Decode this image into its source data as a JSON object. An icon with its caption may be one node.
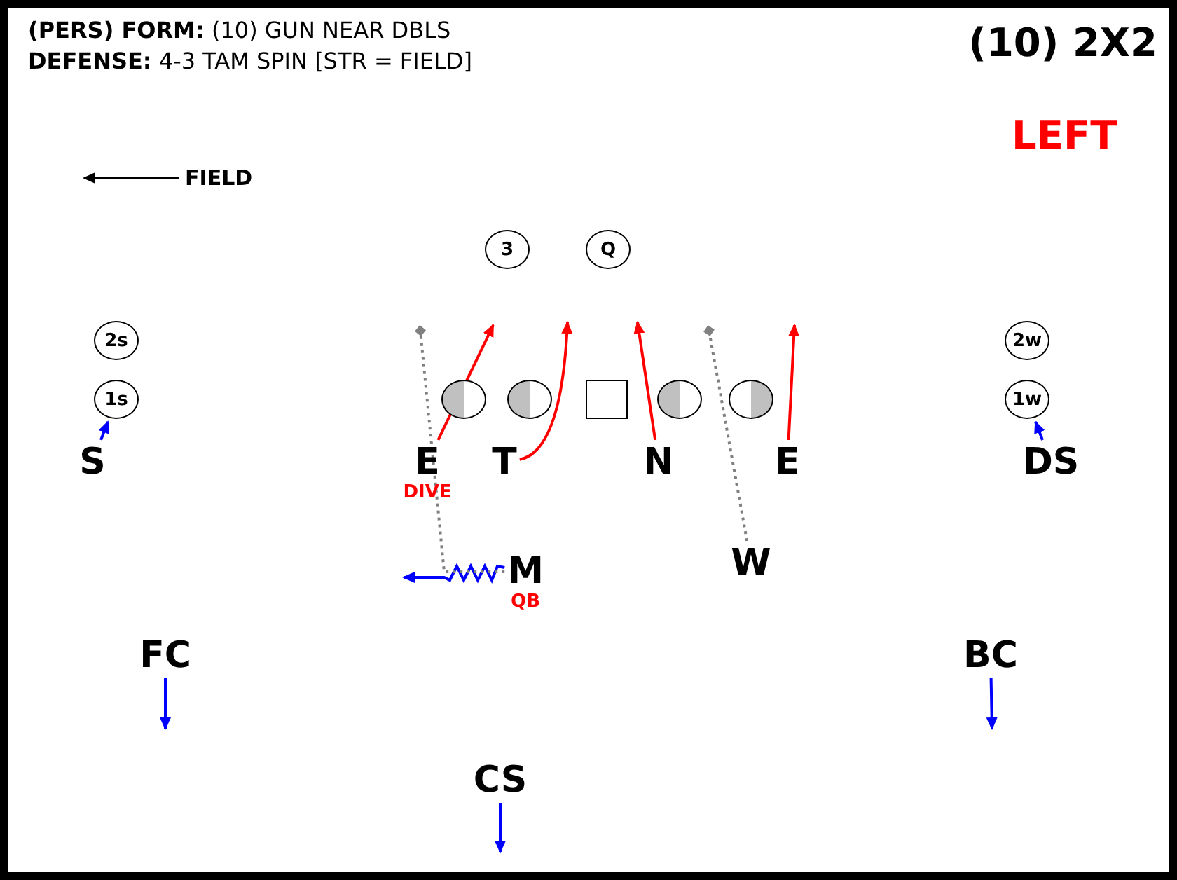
{
  "diagram": {
    "nodes": [
      {
        "text": [
          "3"
        ]
      },
      {
        "text": [
          "Q"
        ]
      },
      {
        "text": [
          "2s"
        ]
      },
      {
        "text": [
          "2w"
        ]
      },
      {
        "text": [
          "1s"
        ]
      },
      {
        "text": [],
        "shape": "circle"
      },
      {
        "text": [],
        "shape": "circle"
      },
      {
        "text": [],
        "shape": "box"
      },
      {
        "text": [],
        "shape": "circle"
      },
      {
        "text": [],
        "shape": "circle"
      },
      {
        "text": [
          "1w"
        ]
      },
      {
        "text": [
          "S"
        ]
      },
      {
        "text": [
          "E"
        ],
        "beside": [
          "DIVE"
        ]
      },
      {
        "text": [
          "T"
        ]
      },
      {
        "text": [
          "N"
        ]
      },
      {
        "text": [
          "E"
        ]
      },
      {
        "text": [
          "DS"
        ]
      },
      {
        "text": [
          "W"
        ]
      },
      {
        "text": [
          "M"
        ],
        "beside": [
          "QB"
        ]
      },
      {
        "text": [
          "FC"
        ]
      },
      {
        "text": [
          "BC"
        ]
      },
      {
        "text": [
          "CS"
        ]
      }
    ],
    "edges": [
      {
        "from": 11,
        "to": 4,
        "arrow": "to",
        "color": "#0000ff"
      },
      {
        "from": 16,
        "to": 10,
        "arrow": "to",
        "color": "#0000ff"
      },
      {
        "from": 12,
        "to": null,
        "arrow": "to",
        "color": "#ff0000"
      },
      {
        "from": 13,
        "to": null,
        "arrow": "to",
        "color": "#ff0000"
      },
      {
        "from": 14,
        "to": null,
        "arrow": "to",
        "color": "#ff0000"
      },
      {
        "from": 15,
        "to": null,
        "arrow": "to",
        "color": "#ff0000"
      },
      {
        "from": 17,
        "to": null,
        "arrow": "other",
        "style": "dashed",
        "color": "#808080"
      },
      {
        "from": 18,
        "to": null,
        "arrow": "to",
        "color": "#0000ff"
      },
      {
        "from": 18,
        "to": null,
        "arrow": "other",
        "style": "dashed",
        "color": "#808080"
      },
      {
        "from": 19,
        "to": null,
        "arrow": "to",
        "color": "#0000ff"
      },
      {
        "from": 20,
        "to": null,
        "arrow": "to",
        "color": "#0000ff"
      },
      {
        "from": 21,
        "to": null,
        "arrow": "to",
        "color": "#0000ff"
      }
    ],
    "labels": [
      "**(PERS) FORM:** (10) GUN NEAR DBLS",
      "**DEFENSE:** 4-3 TAM SPIN [STR = FIELD]",
      "(10) 2X2",
      "LEFT",
      "FIELD"
    ]
  }
}
